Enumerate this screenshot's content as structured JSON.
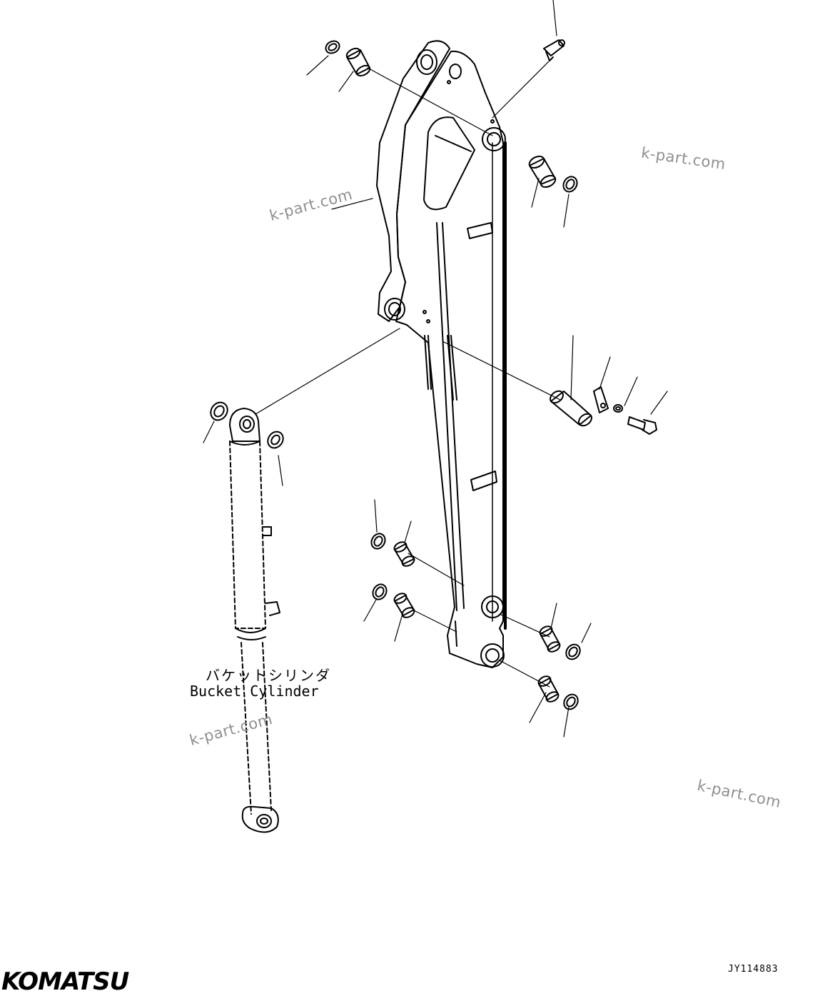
{
  "labels": {
    "cylinder_jp": "バケットシリンダ",
    "cylinder_en": "Bucket Cylinder"
  },
  "drawing_id": "JY114883",
  "brand": "KOMATSU",
  "watermarks": [
    "k-part.com",
    "k-part.com",
    "k-part.com",
    "k-part.com"
  ],
  "colors": {
    "line": "#000000",
    "watermark": "#8f8f8f",
    "background": "#ffffff"
  }
}
